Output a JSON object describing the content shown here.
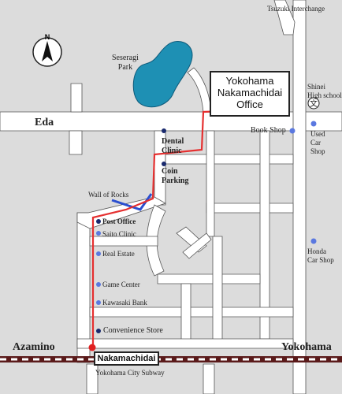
{
  "compass": {
    "label": "N",
    "icon": "north-arrow-icon"
  },
  "labels": {
    "tsuzuki": "Tsuzuki Interchange",
    "park": "Seseragi\nPark",
    "eda": "Eda",
    "school": "Shinei\nHigh school",
    "book_shop": "Book Shop",
    "used_car": "Used\nCar\nShop",
    "dental": "Dental\nClinic",
    "coin": "Coin\nParking",
    "wall": "Wall of Rocks",
    "post_office": "Post Office",
    "saito": "Saito Clinic",
    "real_estate": "Real Estate",
    "honda": "Honda\nCar Shop",
    "game_center": "Game Center",
    "kawasaki": "Kawasaki Bank",
    "convenience": "Convenience Store",
    "azamino": "Azamino",
    "yokohama": "Yokohama",
    "subway": "Yokohama City Subway"
  },
  "office": {
    "title": "Yokohama\nNakamachidai\nOffice"
  },
  "station": {
    "name": "Nakamachidai"
  },
  "colors": {
    "road": "#ffffff",
    "background": "#dcdcdc",
    "pond": "#1e90b4",
    "route": "#e53030",
    "marker": "#e02020",
    "poi_navy": "#1a2a6e",
    "poi_blue": "#5a78e0",
    "rail": "#5a1a1a"
  }
}
